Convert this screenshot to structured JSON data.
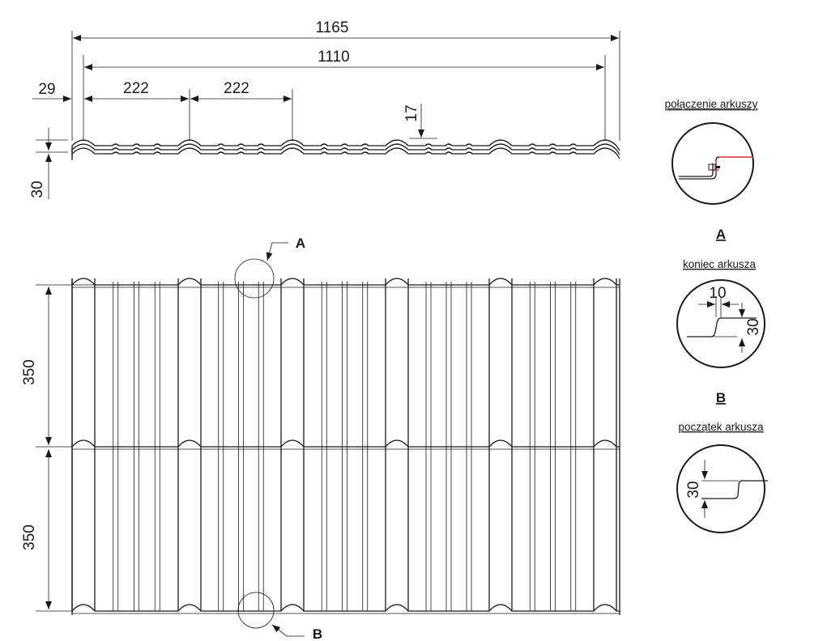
{
  "dimensions": {
    "total_width": "1165",
    "effective_width": "1110",
    "edge_offset": "29",
    "module_1": "222",
    "module_2": "222",
    "step_height": "17",
    "profile_height": "30",
    "module_length_upper": "350",
    "module_length_lower": "350"
  },
  "callouts": {
    "a_marker": "A",
    "b_marker": "B"
  },
  "details": [
    {
      "caption": "połączenie arkuszy",
      "letter": "A"
    },
    {
      "caption": "koniec arkusza",
      "letter": "B",
      "dim_width": "10",
      "dim_height": "30"
    },
    {
      "caption": "początek arkusza",
      "dim_height": "30"
    }
  ],
  "colors": {
    "line": "#1a1a1a",
    "joint_highlight": "#d0303a"
  }
}
